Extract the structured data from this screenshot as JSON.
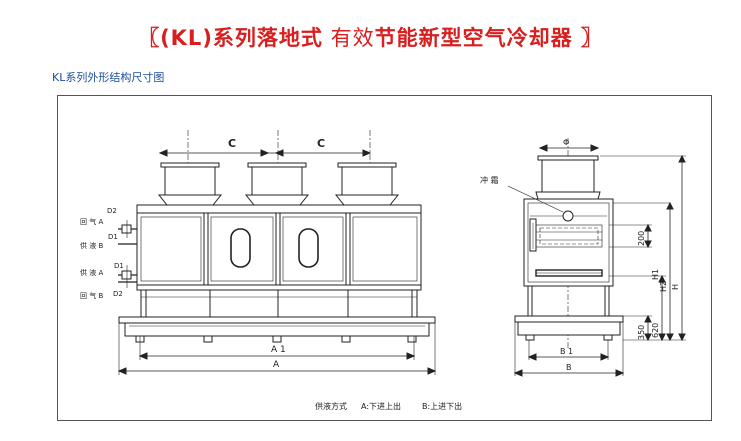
{
  "title": {
    "bracket_left": "〖",
    "bold_part": "(KL)系列落地式",
    "light_part": " 有效",
    "bold_part2": "节能新型空气冷却器",
    "bracket_right": " 〗"
  },
  "subtitle": "KL系列外形结构尺寸图",
  "front_view": {
    "dim_c1": "C",
    "dim_c2": "C",
    "label_d2_top": "D2",
    "label_return_a": "回 气 A",
    "label_d1_top": "D1",
    "label_supply_b": "供 液 B",
    "label_supply_a": "供 液 A",
    "label_d1_bottom": "D1",
    "label_return_b": "回 气 B",
    "label_d2_bottom": "D2",
    "dim_a1": "A 1",
    "dim_a": "A"
  },
  "side_view": {
    "dim_phi": "Φ",
    "label_flush": "冲 霜",
    "dim_200": "200",
    "dim_h1": "H1",
    "dim_h2": "H2",
    "dim_h": "H",
    "dim_350": "350",
    "dim_620": "620",
    "dim_b1": "B 1",
    "dim_b": "B"
  },
  "note": {
    "label": "供液方式",
    "option_a": "A:下进上出",
    "option_b": "B:上进下出"
  },
  "colors": {
    "title": "#d81e1e",
    "subtitle": "#1b4f9c",
    "line": "#222222"
  }
}
